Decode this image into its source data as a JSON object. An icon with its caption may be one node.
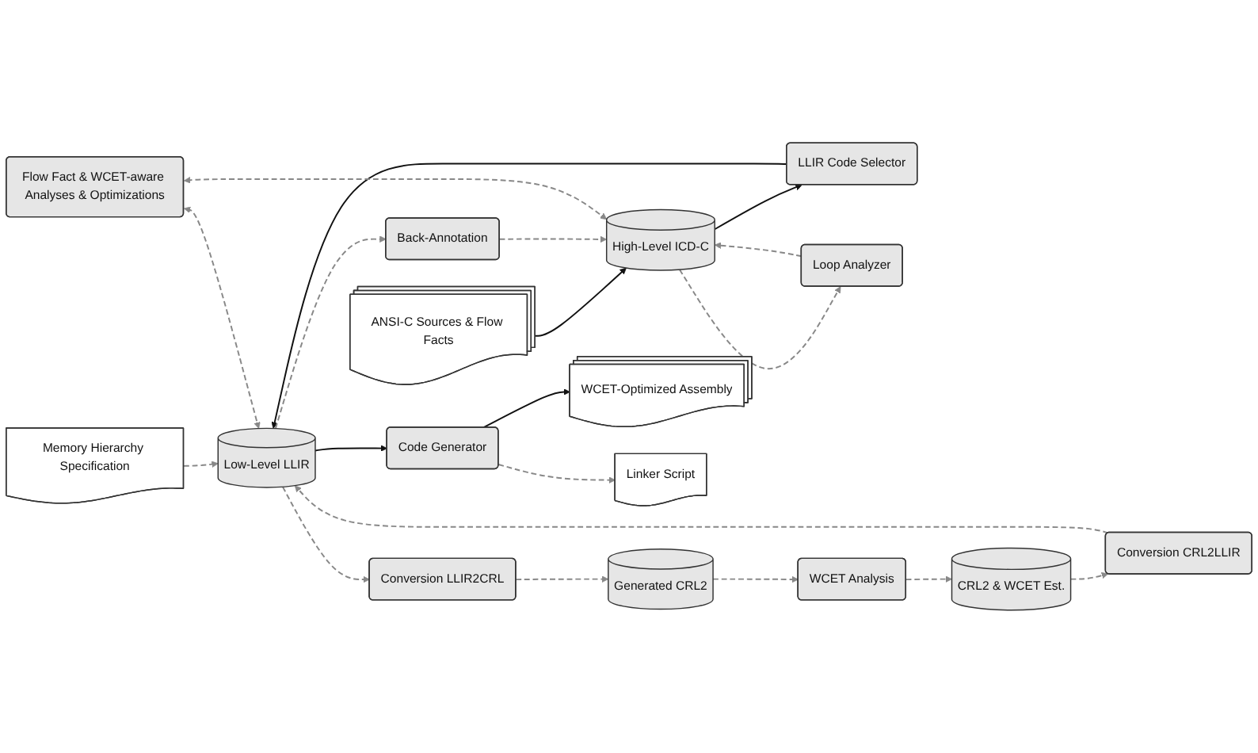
{
  "diagram": {
    "nodes": [
      {
        "text": [
          "ANSI-C Sources & Flow Facts"
        ]
      },
      {
        "text": [
          "High-Level ICD-C"
        ]
      },
      {
        "text": [
          "LLIR Code Selector"
        ]
      },
      {
        "text": [
          "Conversion LLIR2CRL"
        ]
      },
      {
        "text": [
          "Generated CRL2"
        ]
      },
      {
        "text": [
          "Loop Analyzer"
        ]
      },
      {
        "text": [
          "Low-Level LLIR"
        ]
      },
      {
        "text": [
          "Conversion CRL2LLIR"
        ]
      },
      {
        "text": [
          "WCET Analysis"
        ]
      },
      {
        "text": [
          "Back-Annotation"
        ]
      },
      {
        "text": [
          "Memory Hierarchy Specification"
        ]
      },
      {
        "text": [
          "CRL2 & WCET Est."
        ]
      },
      {
        "text": [
          "Code Generator"
        ]
      },
      {
        "text": [
          "Flow Fact & WCET-aware Analyses & Optimizations"
        ]
      },
      {
        "text": [
          "WCET-Optimized Assembly"
        ]
      },
      {
        "text": [
          "Linker Script"
        ]
      }
    ],
    "edges": [
      {
        "from": 0,
        "to": 1,
        "arrow": "to",
        "color": "#111111"
      },
      {
        "from": 1,
        "to": 2,
        "arrow": "to",
        "color": "#111111"
      },
      {
        "from": 2,
        "to": 6,
        "arrow": "to",
        "color": "#111111"
      },
      {
        "from": 6,
        "to": 3,
        "arrow": "to",
        "style": "dashed"
      },
      {
        "from": 3,
        "to": 4,
        "arrow": "to",
        "style": "dashed"
      },
      {
        "from": 4,
        "to": 8,
        "arrow": "to",
        "style": "dashed"
      },
      {
        "from": 8,
        "to": 11,
        "arrow": "to",
        "style": "dashed"
      },
      {
        "from": 11,
        "to": 7,
        "arrow": "to",
        "style": "dashed"
      },
      {
        "from": 7,
        "to": 6,
        "arrow": "to",
        "style": "dashed"
      },
      {
        "from": 1,
        "to": 5,
        "arrow": "to",
        "style": "dashed"
      },
      {
        "from": 5,
        "to": 1,
        "arrow": "to",
        "style": "dashed"
      },
      {
        "from": 9,
        "to": 1,
        "arrow": "to",
        "style": "dashed"
      },
      {
        "from": 6,
        "to": 9,
        "arrow": "to",
        "style": "dashed"
      },
      {
        "from": 10,
        "to": 6,
        "arrow": "to",
        "style": "dashed"
      },
      {
        "from": 13,
        "to": 1,
        "arrow": "both",
        "style": "dashed"
      },
      {
        "from": 13,
        "to": 6,
        "arrow": "both",
        "style": "dashed"
      },
      {
        "from": 6,
        "to": 12,
        "arrow": "to",
        "color": "#111111"
      },
      {
        "from": 12,
        "to": 14,
        "arrow": "to",
        "color": "#111111"
      },
      {
        "from": 12,
        "to": 15,
        "arrow": "to",
        "style": "dashed"
      }
    ]
  }
}
